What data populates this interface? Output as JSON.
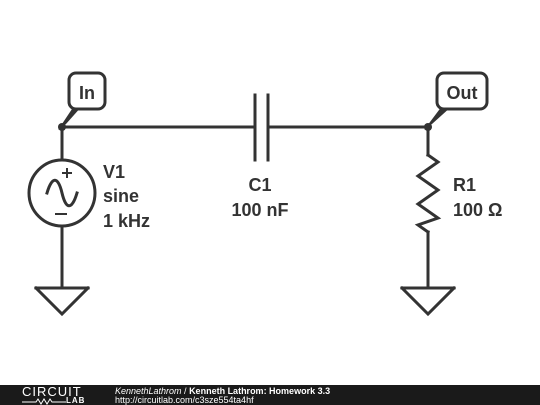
{
  "nodes": {
    "in": "In",
    "out": "Out"
  },
  "components": {
    "v1": {
      "name": "V1",
      "type": "sine",
      "value": "1 kHz"
    },
    "c1": {
      "name": "C1",
      "value": "100 nF"
    },
    "r1": {
      "name": "R1",
      "value": "100 Ω"
    }
  },
  "footer": {
    "logo_top": "CIRCUIT",
    "logo_bottom": "LAB",
    "user": "KennethLathrom",
    "separator": " / ",
    "title": "Kenneth Lathrom: Homework 3.3",
    "url": "http://circuitlab.com/c3sze554ta4hf"
  },
  "colors": {
    "wire": "#333333",
    "footer_bg": "#1a1a1a",
    "footer_text": "#ffffff"
  }
}
